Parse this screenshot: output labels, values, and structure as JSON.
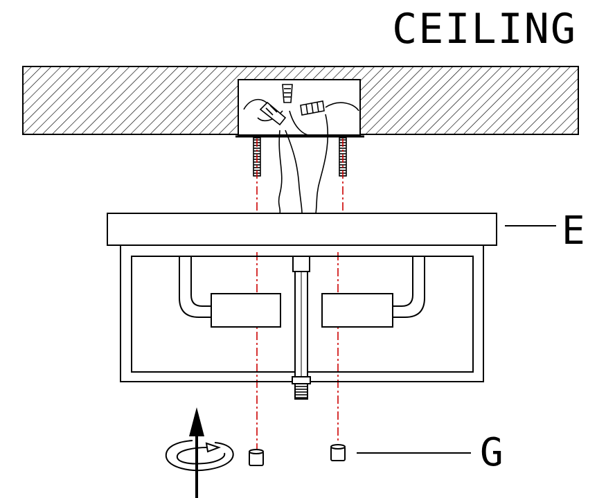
{
  "title": "CEILING",
  "parts": {
    "canopy": {
      "label": "E"
    },
    "cap_nut": {
      "label": "G"
    }
  },
  "colors": {
    "line": "#000000",
    "guide": "#cc0000",
    "background": "#ffffff"
  },
  "icons": {
    "rotate": "rotate-clockwise-icon",
    "direction": "up-arrow-icon"
  }
}
